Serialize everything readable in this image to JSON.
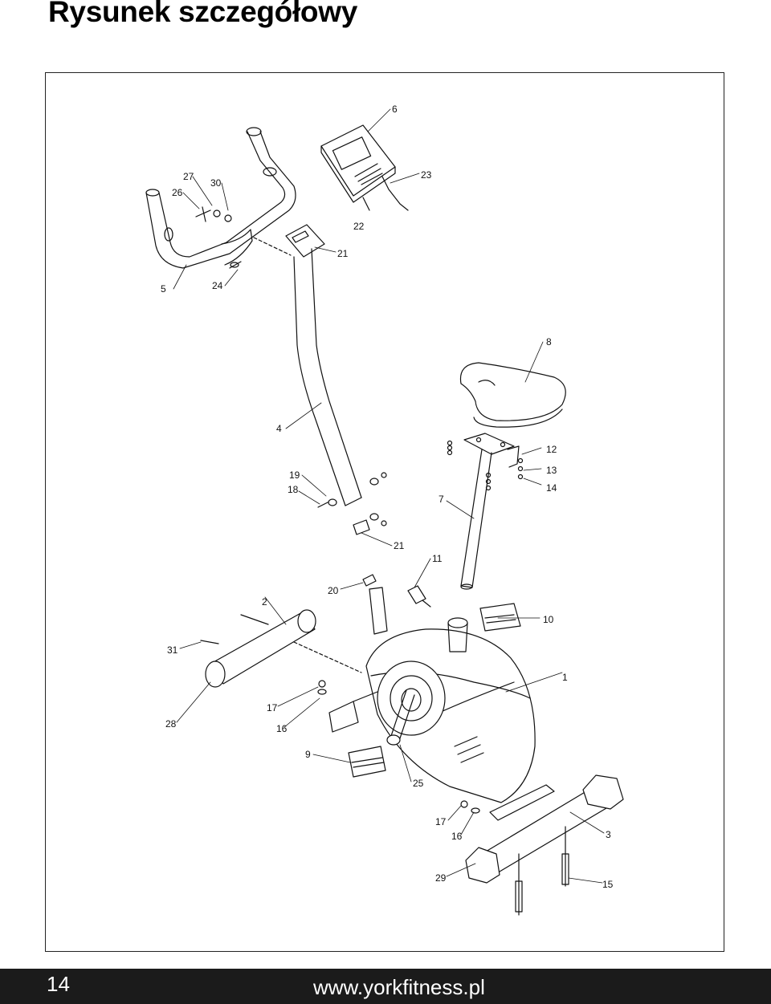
{
  "page": {
    "title": "Rysunek szczegółowy",
    "page_number": "14",
    "website": "www.yorkfitness.pl"
  },
  "diagram": {
    "labels": {
      "p6": "6",
      "p27": "27",
      "p30": "30",
      "p26": "26",
      "p23": "23",
      "p22": "22",
      "p21a": "21",
      "p5": "5",
      "p24": "24",
      "p8": "8",
      "p4": "4",
      "p12": "12",
      "p19": "19",
      "p13": "13",
      "p18": "18",
      "p7": "7",
      "p14": "14",
      "p21b": "21",
      "p11": "11",
      "p2": "2",
      "p20": "20",
      "p10": "10",
      "p31": "31",
      "p1": "1",
      "p17a": "17",
      "p28": "28",
      "p16a": "16",
      "p9": "9",
      "p25": "25",
      "p17b": "17",
      "p16b": "16",
      "p3": "3",
      "p29": "29",
      "p15": "15"
    }
  }
}
